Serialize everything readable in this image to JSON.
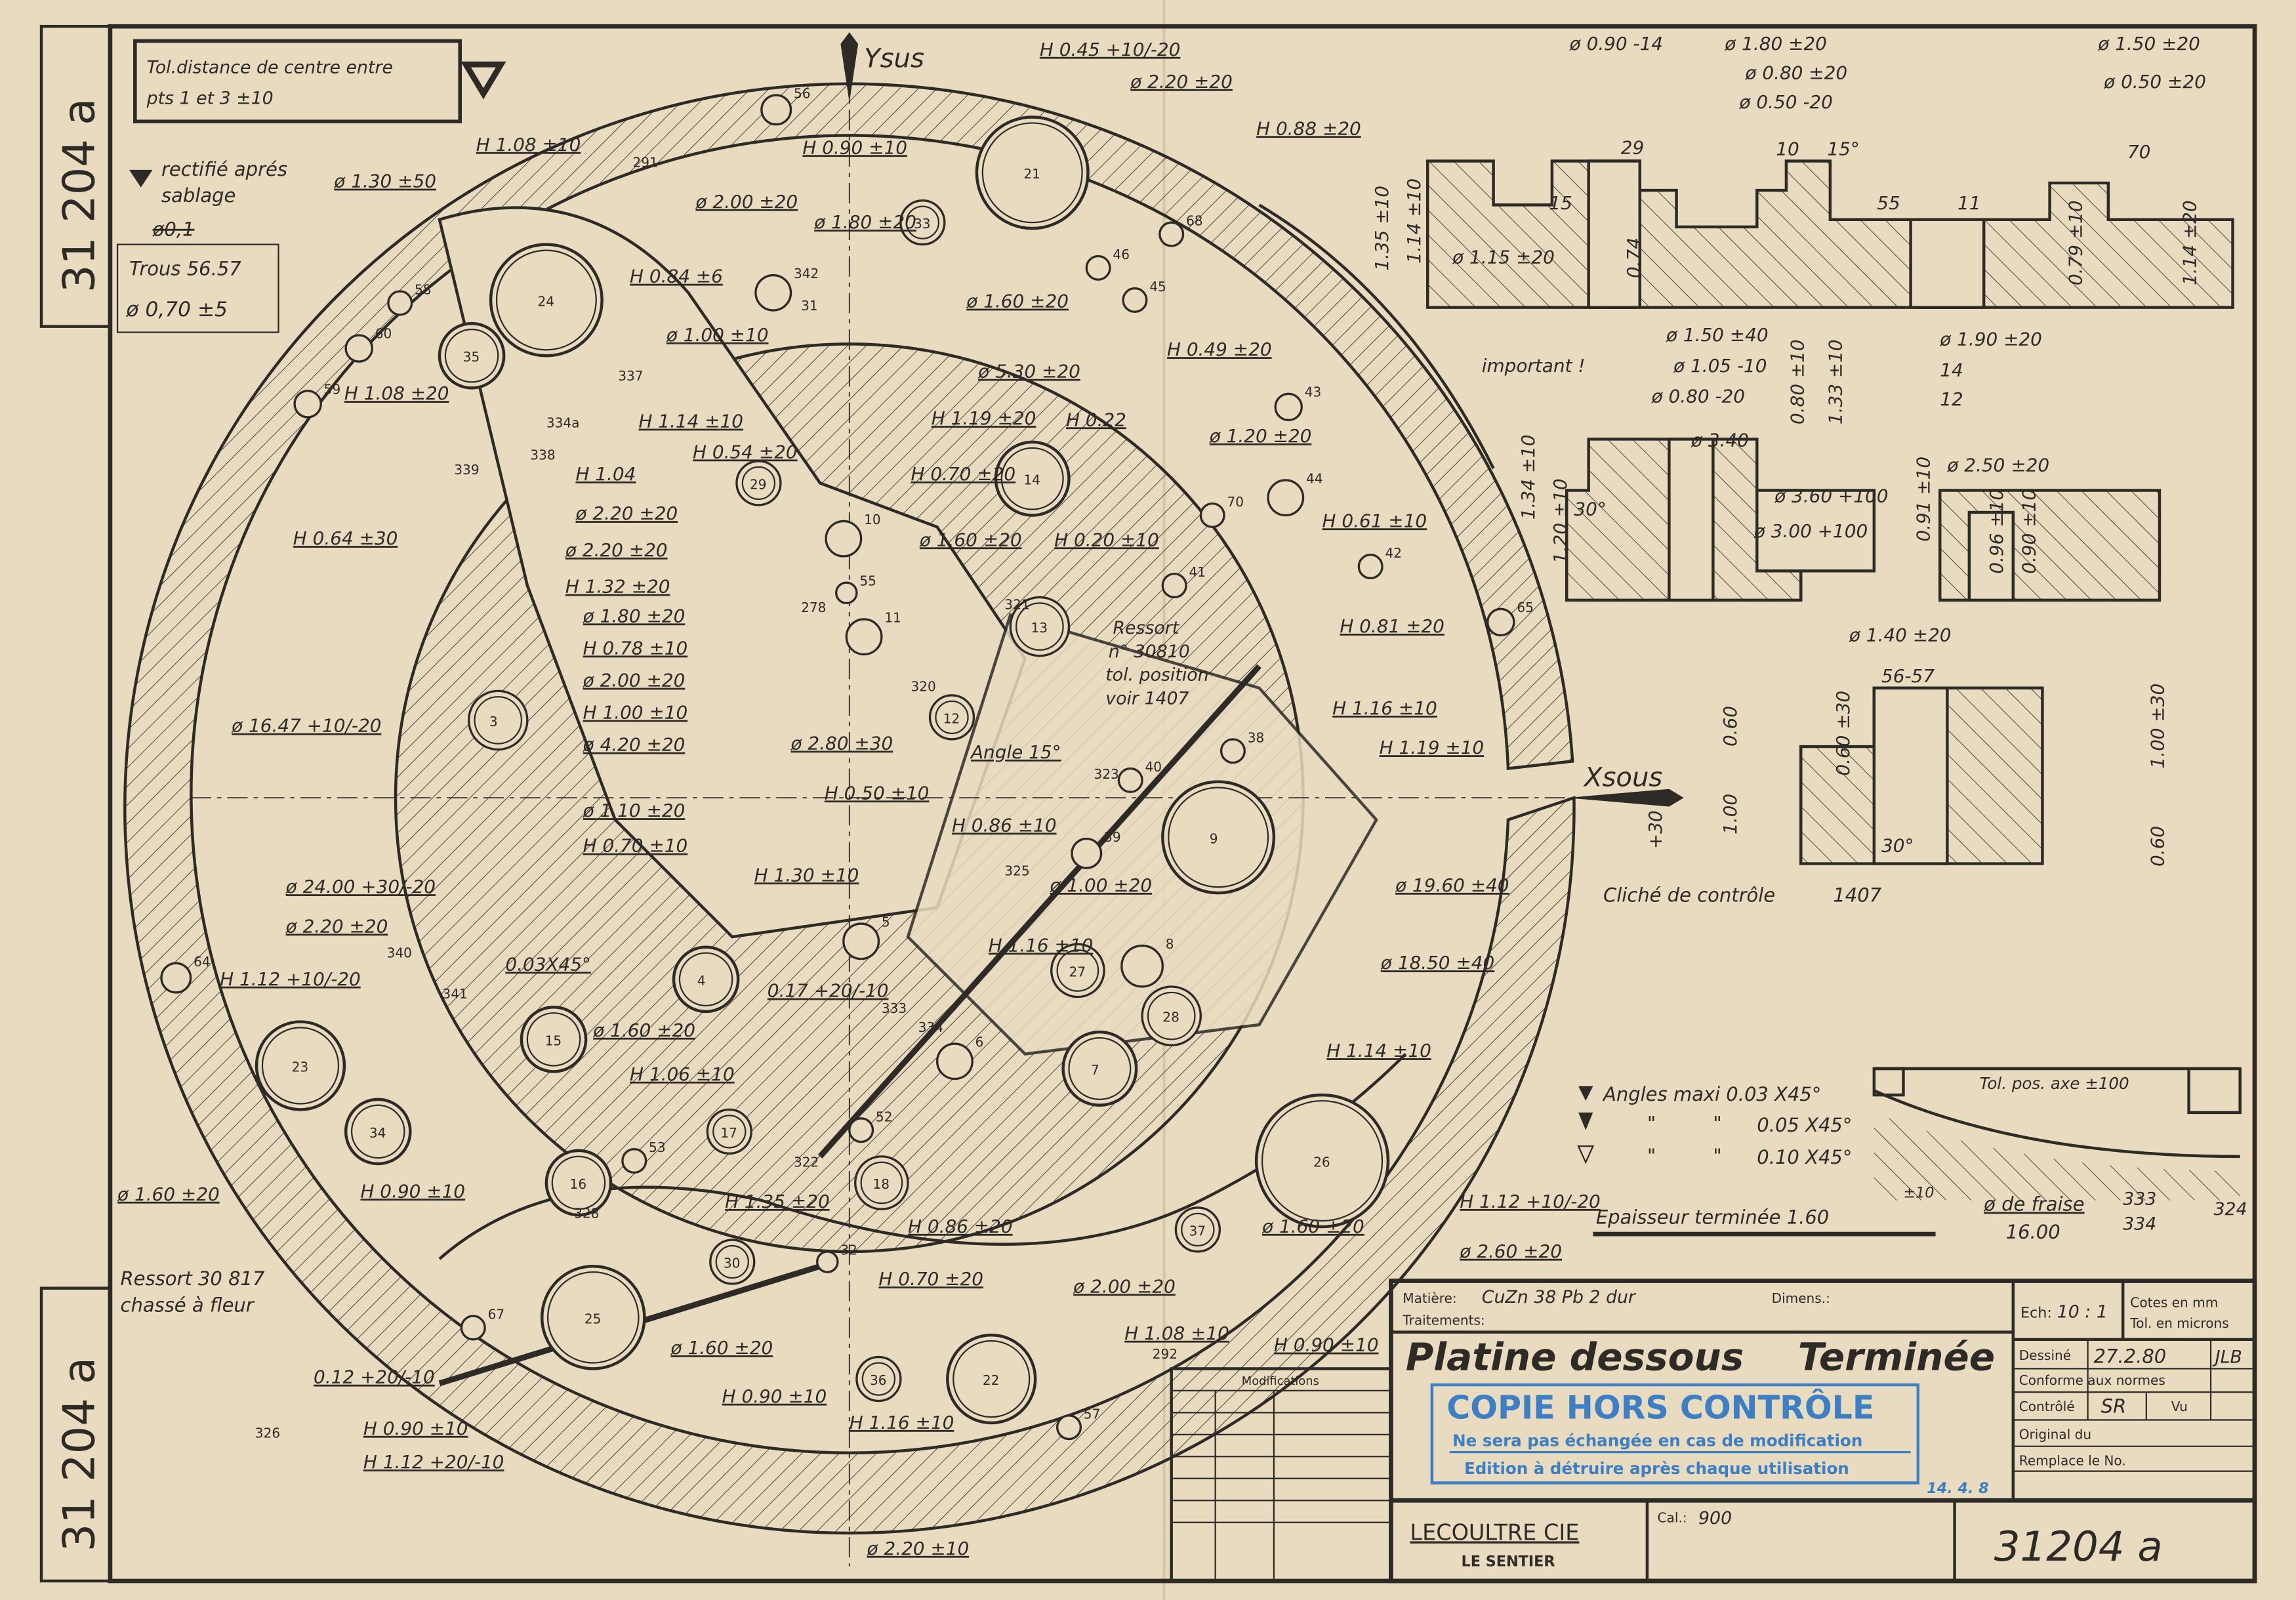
{
  "drawing_number": "31 204 a",
  "notes": {
    "tolerance_line1": "Tol.distance de centre entre",
    "tolerance_line2": "pts 1 et 3     ±10",
    "rectifie_line1": "rectifié aprés",
    "rectifie_line2": "sablage",
    "handwritten_struck": "ø0,1",
    "trous_line1": "Trous 56.57",
    "trous_line2": "ø 0,70 ±5"
  },
  "axes": {
    "y_label": "Ysus",
    "x_label": "Xsous"
  },
  "spring_note": [
    "Ressort",
    "n° 30810",
    "tol. position",
    "voir 1407"
  ],
  "spring_note_2": [
    "Ressort  30 817",
    "chassé à fleur"
  ],
  "callouts": [
    "H 0.45 +10/-20",
    "ø 2.20 ±20",
    "H 0.88 ±20",
    "H 1.08 ±10",
    "ø 1.30 ±50",
    "H 0.90 ±10",
    "ø 2.00 ±20",
    "ø 1.80 ±20",
    "H 0.84 ±6",
    "ø 1.60 ±20",
    "H 0.49 ±20",
    "ø 1.00 ±10",
    "H 1.08 ±20",
    "H 1.14 ±10",
    "H 0.54 ±20",
    "H 1.04",
    "ø 5.30 ±20",
    "H 1.19 ±20",
    "H 0.22",
    "H 0.70 ±20",
    "ø 1.20 ±20",
    "H 0.61 ±10",
    "ø 2.20 ±20",
    "ø 2.20 ±20",
    "H 0.64 ±30",
    "H 1.32 ±20",
    "ø 1.80 ±20",
    "H 0.78 ±10",
    "ø 2.00 ±20",
    "H 1.00 ±10",
    "ø 4.20 ±20",
    "ø 1.60 ±20",
    "H 0.20 ±10",
    "H 0.81 ±20",
    "ø 16.47 +10/-20",
    "H 1.16 ±10",
    "H 1.19 ±10",
    "Angle 15°",
    "ø 2.80 ±30",
    "ø 1.10 ±20",
    "H 0.70 ±10",
    "H 0.50 ±10",
    "H 0.86 ±10",
    "ø 19.60 ±40",
    "H 1.30 ±10",
    "ø 24.00 +30/-20",
    "ø 1.00 ±20",
    "ø 2.20 ±20",
    "ø 18.50 ±40",
    "H 1.16 ±10",
    "0.03X45°",
    "H 1.12 +10/-20",
    "0.17 +20/-10",
    "ø 1.60 ±20",
    "H 1.14 ±10",
    "H 1.06 ±10",
    "ø 1.60 ±20",
    "H 0.90 ±10",
    "H 1.35 ±20",
    "H 0.86 ±20",
    "H 1.12 +10/-20",
    "ø 1.60 ±20",
    "ø 2.60 ±20",
    "H 0.70 ±20",
    "ø 2.00 ±20",
    "ø 1.60 ±20",
    "H 1.08 ±10",
    "H 0.90 ±10",
    "0.12 +20/-10",
    "H 0.90 ±10",
    "H 1.16 ±10",
    "H 0.90 ±10",
    "H 1.12 +20/-10",
    "ø 2.20 ±10"
  ],
  "holes": [
    "56",
    "291",
    "21",
    "33",
    "68",
    "46",
    "45",
    "24",
    "342",
    "31",
    "58",
    "35",
    "60",
    "59",
    "337",
    "43",
    "44",
    "70",
    "42",
    "29",
    "10",
    "55",
    "14",
    "278",
    "11",
    "13",
    "321",
    "41",
    "65",
    "3",
    "320",
    "12",
    "38",
    "40",
    "9",
    "323",
    "39",
    "325",
    "5",
    "27",
    "8",
    "28",
    "4",
    "333",
    "334",
    "6",
    "7",
    "15",
    "64",
    "23",
    "34",
    "17",
    "52",
    "53",
    "18",
    "16",
    "328",
    "322",
    "30",
    "32",
    "37",
    "26",
    "25",
    "67",
    "36",
    "22",
    "57",
    "326",
    "292",
    "339",
    "338",
    "341",
    "340",
    "334a"
  ],
  "sections": {
    "labels": [
      "ø 0.90 -14",
      "ø 1.80 ±20",
      "ø 0.80 ±20",
      "ø 0.50 -20",
      "ø 1.50 ±20",
      "ø 0.50 ±20",
      "29",
      "10",
      "15°",
      "70",
      "55",
      "11",
      "15",
      "ø 1.15 ±20",
      "0.74",
      "0.79 ±10",
      "1.14 ±20",
      "1.35 ±10",
      "1.14 ±10",
      "important !",
      "ø 1.50 ±40",
      "ø 1.05 -10",
      "ø 0.80 -20",
      "0.80 ±10",
      "1.33 ±10",
      "ø 3.40",
      "ø 2.50 ±20",
      "ø 1.90 ±20",
      "14",
      "12",
      "ø 3.60 +100",
      "ø 3.00 +100",
      "1.34 ±10",
      "1.20 ±10",
      "30°",
      "0.91 ±10",
      "0.96 ±10",
      "0.90 ±10",
      "ø 1.40 ±20",
      "56-57",
      "0.60",
      "0.60 ±30",
      "1.00 ±30",
      "1.00",
      "0.60",
      "30°",
      "+30"
    ],
    "cliche": "Cliché  de contrôle",
    "cliche_number": "1407"
  },
  "legend": {
    "row1": "Angles maxi  0.03 X45°",
    "row2_q1": "\"",
    "row2_q2": "\"",
    "row2_val": "0.05 X45°",
    "row3_val": "0.10 X45°",
    "tol_pos": "Tol. pos. axe ±100",
    "epaisseur": "Epaisseur  terminée   1.60",
    "epaisseur_tol": "±10",
    "fraise": "ø de fraise",
    "fraise_val": "16.00",
    "ref_333": "333",
    "ref_334": "334",
    "ref_324": "324"
  },
  "title_block": {
    "matiere_label": "Matière:",
    "matiere_value": "CuZn 38 Pb 2 dur",
    "dimens_label": "Dimens.:",
    "traitements_label": "Traitements:",
    "echelle_label": "Ech:",
    "echelle_value": "10 : 1",
    "cotes": "Cotes  en  mm",
    "tol": "Tol. en microns",
    "dessine_label": "Dessiné",
    "dessine_date": "27.2.80",
    "dessine_initials": "JLB",
    "conforme_label": "Conforme aux normes",
    "controle_label": "Contrôlé",
    "controle_initials": "SR",
    "vu_label": "Vu",
    "original_label": "Original du",
    "remplace_label": "Remplace le No.",
    "title_line1": "Platine dessous",
    "title_line2": "Terminée",
    "stamp_line1": "COPIE HORS CONTRÔLE",
    "stamp_line2": "Ne sera pas échangée en cas de modification",
    "stamp_line3": "Edition à détruire après chaque utilisation",
    "stamp_date": "14. 4. 8",
    "modifications_label": "Modifications",
    "company_name": "LECOULTRE CIE",
    "company_location": "LE SENTIER",
    "calibre_label": "Cal.:",
    "calibre_value": "900",
    "number": "31204 a"
  },
  "colors": {
    "paper": "#e8dbbf",
    "ink": "#2e2a26",
    "stamp": "#3d7fc4"
  }
}
